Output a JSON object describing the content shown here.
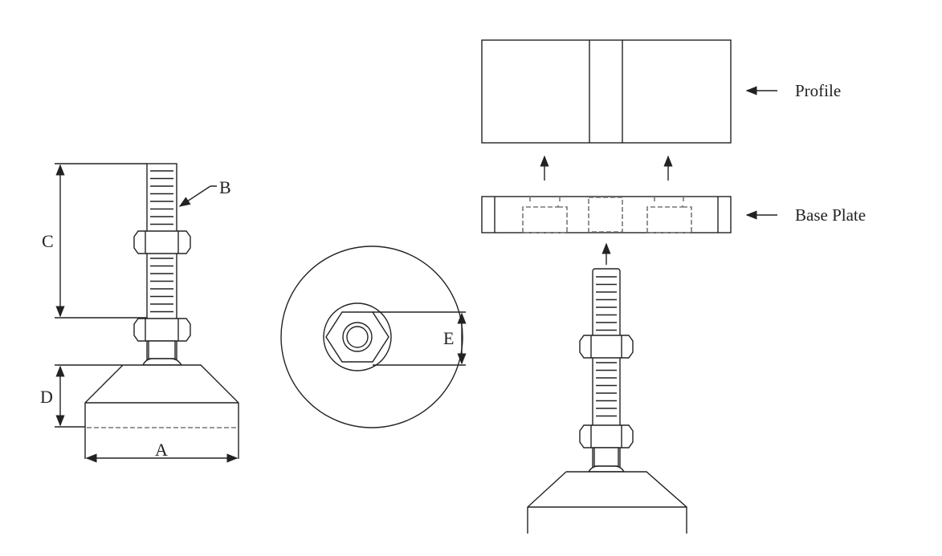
{
  "labels": {
    "a": "A",
    "b": "B",
    "c": "C",
    "d": "D",
    "e": "E",
    "profile": "Profile",
    "base_plate": "Base Plate"
  }
}
